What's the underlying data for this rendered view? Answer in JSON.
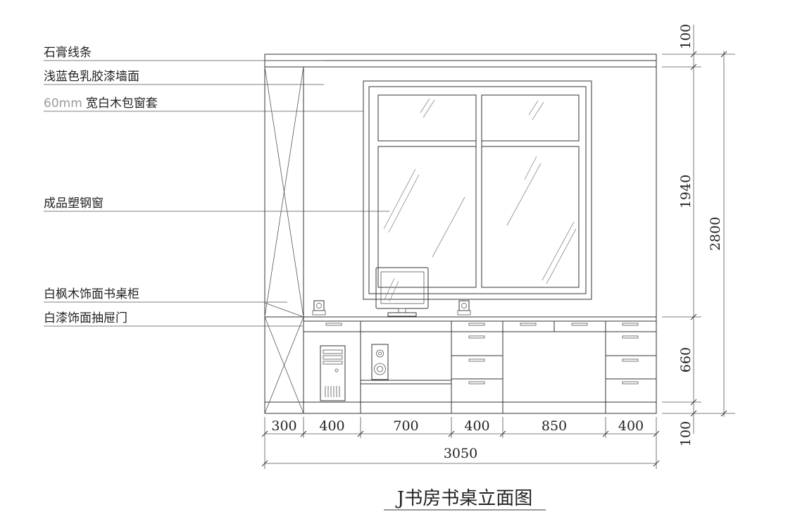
{
  "labels": {
    "plaster_molding": "石膏线条",
    "wall_finish": "浅蓝色乳胶漆墙面",
    "window_casing_prefix": "60mm",
    "window_casing_text": "宽白木包窗套",
    "window": "成品塑钢窗",
    "desk_cabinet": "白枫木饰面书桌柜",
    "drawer_doors": "白漆饰面抽屉门"
  },
  "dimensions": {
    "top_band": "100",
    "wall_height": "1940",
    "total_height": "2800",
    "desk_height": "660",
    "base_band": "100",
    "widths": [
      "300",
      "400",
      "700",
      "400",
      "850",
      "400"
    ],
    "total_width": "3050"
  },
  "title": "J书房书桌立面图"
}
